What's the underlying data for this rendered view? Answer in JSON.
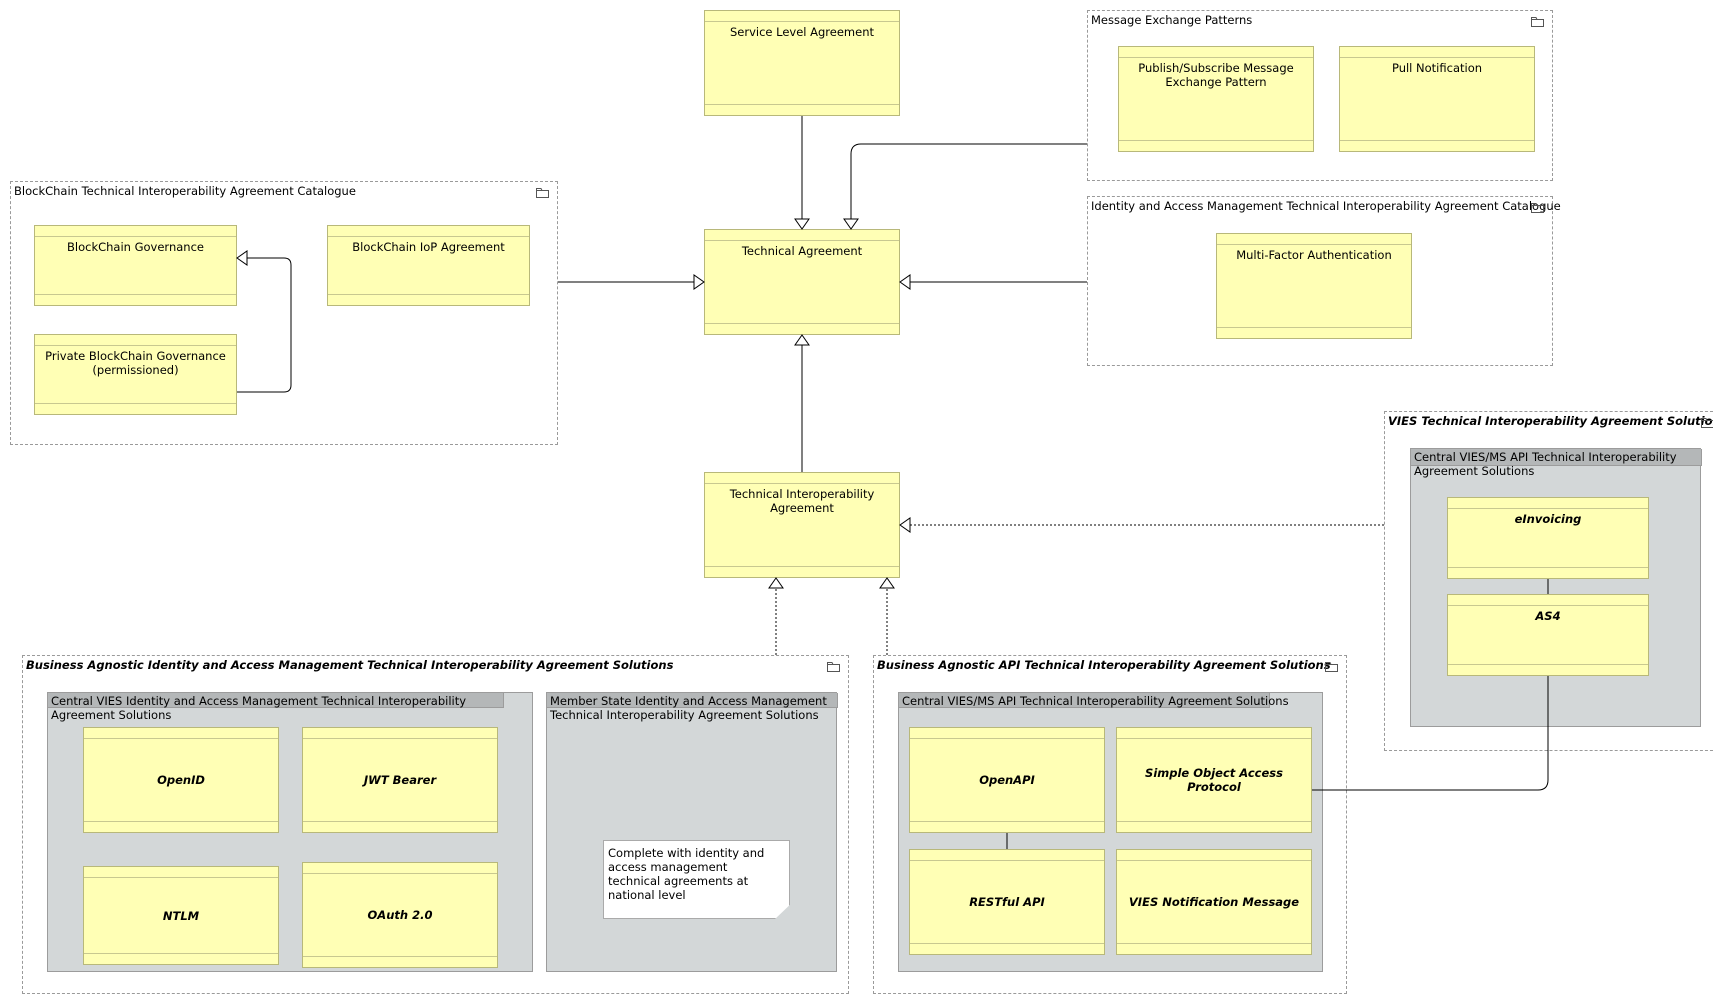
{
  "groups": {
    "blockchain": "BlockChain Technical Interoperability Agreement Catalogue",
    "mep": "Message Exchange Patterns",
    "iam_catalogue": "Identity and Access Management Technical Interoperability Agreement Catalogue",
    "vies": "VIES Technical Interoperability Agreement Solutions",
    "ba_iam": "Business Agnostic Identity and Access Management Technical Interoperability Agreement Solutions",
    "ba_api": "Business Agnostic API Technical Interoperability Agreement Solutions"
  },
  "nodes": {
    "central_vies_iam": "Central VIES Identity and Access Management Technical Interoperability Agreement Solutions",
    "ms_iam": "Member State Identity and Access Management Technical Interoperability Agreement Solutions",
    "central_vies_api": "Central VIES/MS API Technical Interoperability Agreement Solutions",
    "vies_central_api": "Central VIES/MS API Technical Interoperability Agreement Solutions"
  },
  "objects": {
    "sla": "Service Level Agreement",
    "technical_agreement": "Technical Agreement",
    "tia": "Technical Interoperability Agreement",
    "pubsub": "Publish/Subscribe Message Exchange Pattern",
    "pull_notification": "Pull Notification",
    "mfa": "Multi-Factor Authentication",
    "blockchain_governance": "BlockChain Governance",
    "blockchain_iop": "BlockChain IoP Agreement",
    "private_blockchain": "Private BlockChain Governance (permissioned)",
    "einvoicing": "eInvoicing",
    "as4": "AS4",
    "openid": "OpenID",
    "jwt": "JWT Bearer",
    "ntlm": "NTLM",
    "oauth": "OAuth 2.0",
    "openapi": "OpenAPI",
    "soap": "Simple Object Access Protocol",
    "restful": "RESTful API",
    "vies_notification": "VIES Notification Message"
  },
  "note": "Complete with identity and access management technical agreements at national level"
}
